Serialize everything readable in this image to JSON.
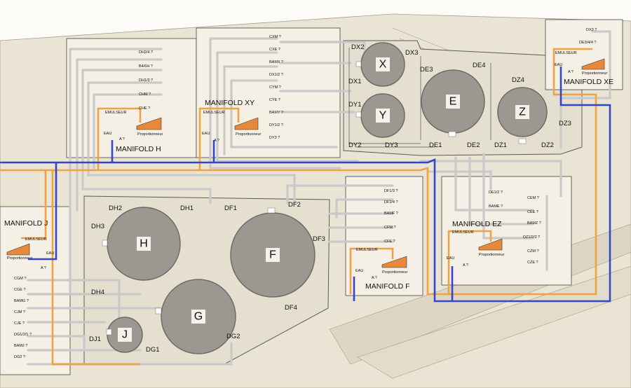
{
  "tanks": [
    {
      "id": "X"
    },
    {
      "id": "Y"
    },
    {
      "id": "E"
    },
    {
      "id": "Z"
    },
    {
      "id": "H"
    },
    {
      "id": "F"
    },
    {
      "id": "G"
    },
    {
      "id": "J"
    }
  ],
  "manifolds": {
    "h": {
      "title": "MANIFOLD H",
      "emulseur": "EMULSEUR",
      "proportioner": "Proportionneur",
      "eau": "EAU",
      "a": "A ?",
      "valves": [
        "DH2/4 ?",
        "B4/6H ?",
        "DH1/3 ?",
        "CHM ?",
        "CHE ?"
      ]
    },
    "xy": {
      "title": "MANIFOLD XY",
      "emulseur": "EMULSEUR",
      "proportioner": "Proportionneur",
      "eau": "EAU",
      "a": "A ?",
      "valves": [
        "CXM ?",
        "CXE ?",
        "BAMX ?",
        "DX1/2 ?",
        "CYM ?",
        "CYE ?",
        "BAMY ?",
        "DY1/2 ?",
        "DY3 ?"
      ]
    },
    "xe": {
      "title": "MANIFOLD XE",
      "emulseur": "EMULSEUR",
      "proportioner": "Proportionneur",
      "eau": "EAU",
      "a": "A ?",
      "valves": [
        "DX3 ?",
        "DE3/4/4 ?"
      ]
    },
    "j": {
      "title": "MANIFOLD J",
      "emulseur": "EMULSEUR",
      "proportioner": "Proportionneur",
      "eau": "EAU",
      "a": "A ?",
      "valves": [
        "CGM ?",
        "CGE ?",
        "BAMG ?",
        "CJM ?",
        "CJE ?",
        "DG1/2/1 ?",
        "BAMJ ?",
        "DG2 ?"
      ]
    },
    "f": {
      "title": "MANIFOLD F",
      "emulseur": "EMULSEUR",
      "proportioner": "Proportionneur",
      "eau": "EAU",
      "a": "A ?",
      "valves": [
        "DF1/3 ?",
        "DF2/4 ?",
        "BAMF ?",
        "CFM ?",
        "CFE ?"
      ]
    },
    "ez": {
      "title": "MANIFOLD EZ",
      "emulseur": "EMULSEUR",
      "proportioner": "Proportionneur",
      "eau": "EAU",
      "a": "A ?",
      "valves": [
        "DE1/2 ?",
        "BAME ?",
        "CEM ?",
        "CEE ?",
        "BAMZ ?",
        "DZ1/2/3 ?",
        "CZM ?",
        "CZE ?"
      ]
    }
  },
  "labels": {
    "dx2": "DX2",
    "dx3": "DX3",
    "dx1": "DX1",
    "dy1": "DY1",
    "dy2": "DY2",
    "dy3": "DY3",
    "de3": "DE3",
    "de4": "DE4",
    "dz4": "DZ4",
    "dz3": "DZ3",
    "de1": "DE1",
    "de2": "DE2",
    "dz1": "DZ1",
    "dz2": "DZ2",
    "dh2": "DH2",
    "dh1": "DH1",
    "dh3": "DH3",
    "dh4": "DH4",
    "df1": "DF1",
    "df2": "DF2",
    "df3": "DF3",
    "df4": "DF4",
    "dj1": "DJ1",
    "dg1": "DG1",
    "dg2": "DG2"
  },
  "colors": {
    "foam_line": "#f0a045",
    "water_line": "#3546c8",
    "tank_fill": "#9c9891"
  }
}
